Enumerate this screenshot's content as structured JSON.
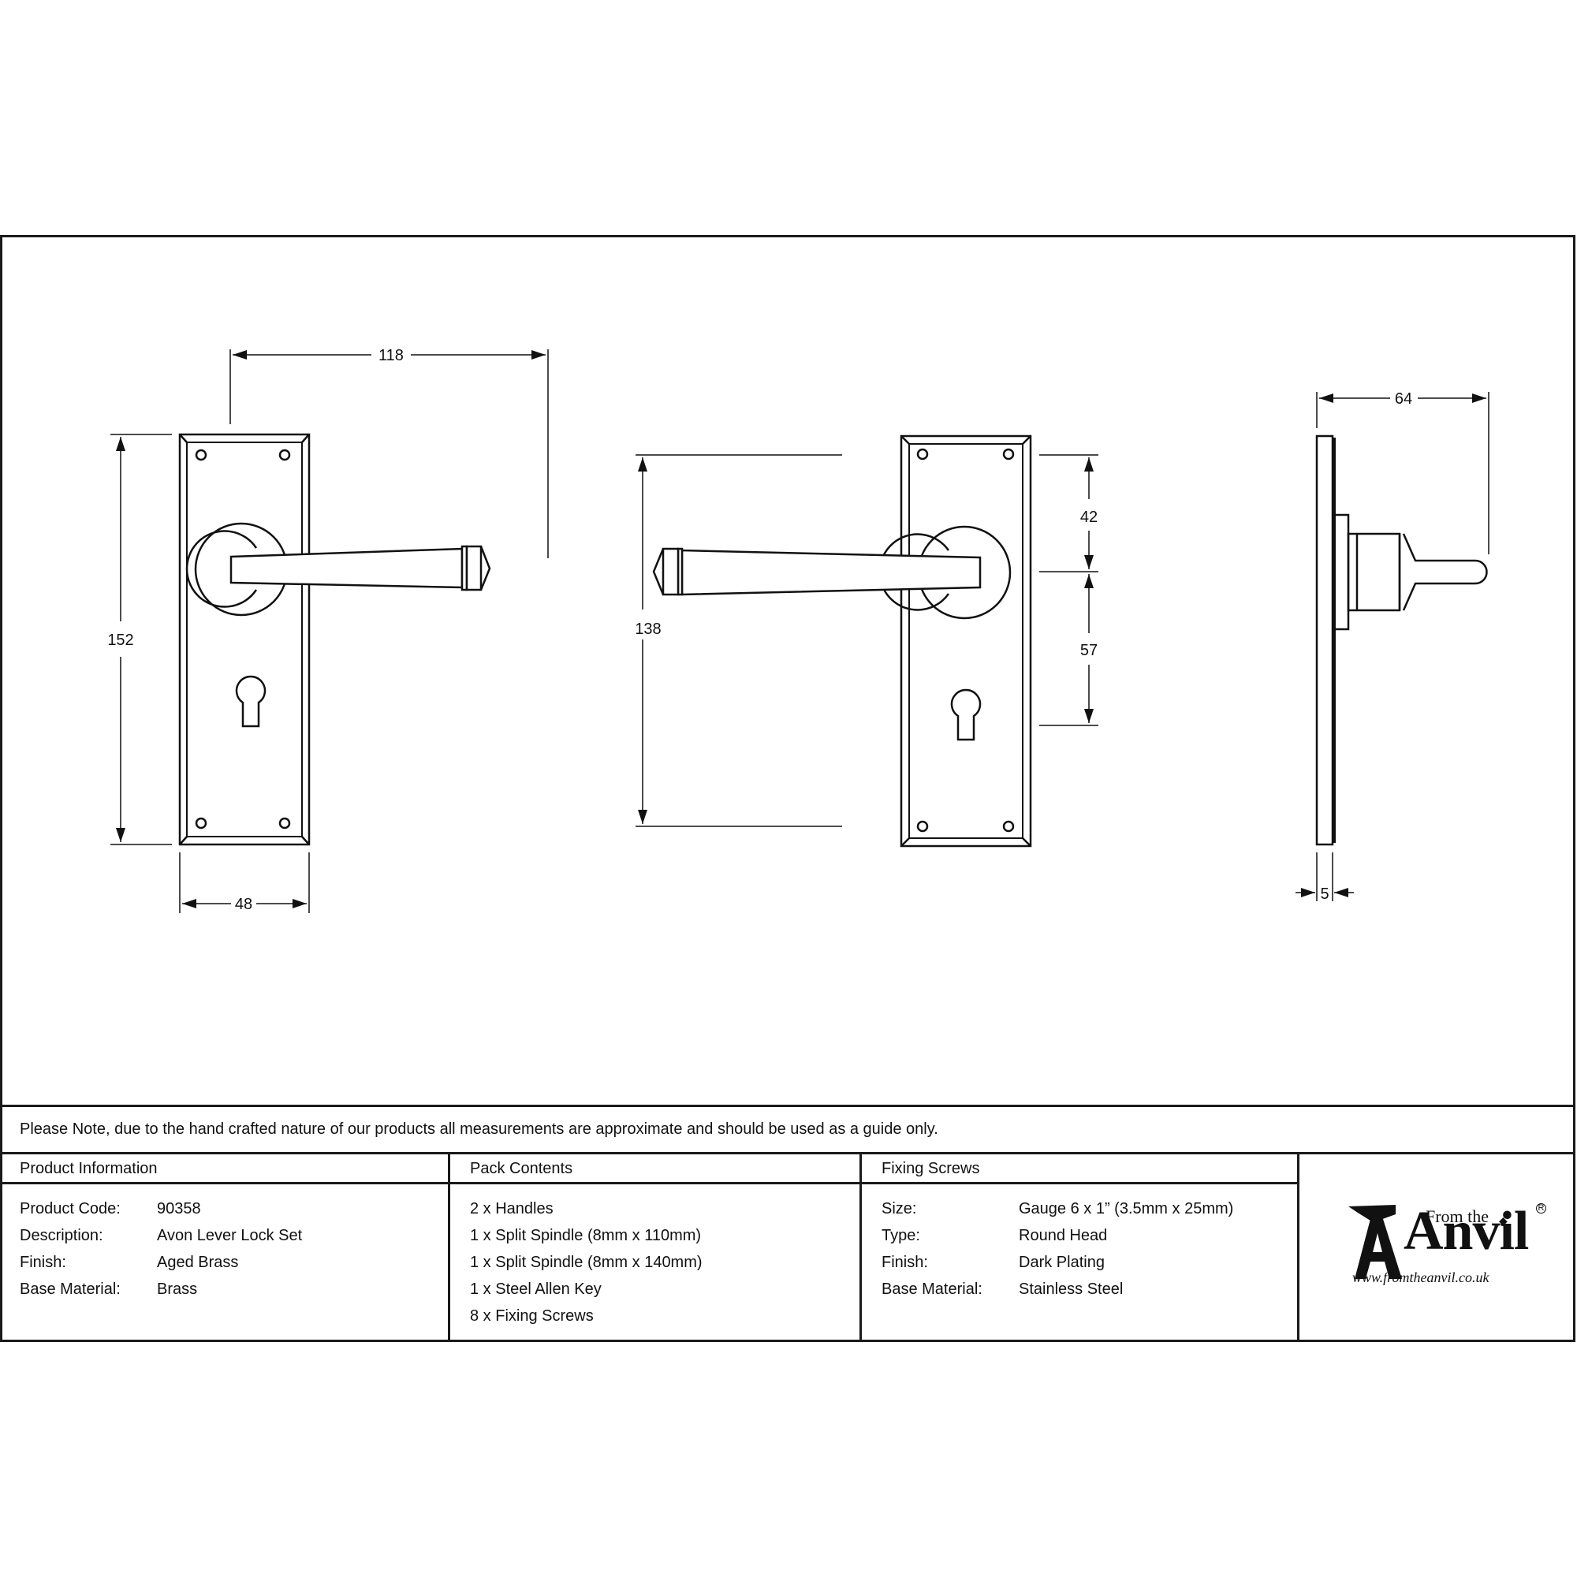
{
  "drawing": {
    "front_view": {
      "width_mm": "48",
      "height_mm": "152",
      "lever_projection_mm": "118"
    },
    "back_view": {
      "fixing_centres_mm": "138",
      "top_to_spindle_mm": "42",
      "spindle_to_keyhole_mm": "57"
    },
    "side_view": {
      "projection_mm": "64",
      "plate_thickness_mm": "5"
    }
  },
  "note": "Please Note, due to the hand crafted nature of our products all measurements are approximate and should be used as a guide only.",
  "product_information": {
    "title": "Product Information",
    "rows": [
      {
        "label": "Product Code:",
        "value": "90358"
      },
      {
        "label": "Description:",
        "value": "Avon Lever Lock Set"
      },
      {
        "label": "Finish:",
        "value": "Aged Brass"
      },
      {
        "label": "Base Material:",
        "value": "Brass"
      }
    ]
  },
  "pack_contents": {
    "title": "Pack Contents",
    "items": [
      "2 x Handles",
      "1 x Split Spindle (8mm x 110mm)",
      "1 x Split Spindle (8mm x 140mm)",
      "1 x Steel Allen Key",
      "8 x Fixing Screws"
    ]
  },
  "fixing_screws": {
    "title": "Fixing Screws",
    "rows": [
      {
        "label": "Size:",
        "value": "Gauge 6 x 1” (3.5mm x 25mm)"
      },
      {
        "label": "Type:",
        "value": "Round Head"
      },
      {
        "label": "Finish:",
        "value": "Dark Plating"
      },
      {
        "label": "Base Material:",
        "value": "Stainless Steel"
      }
    ]
  },
  "logo": {
    "prefix": "From the",
    "brand": "Anvil",
    "registered": "R",
    "url": "www.fromtheanvil.co.uk"
  }
}
